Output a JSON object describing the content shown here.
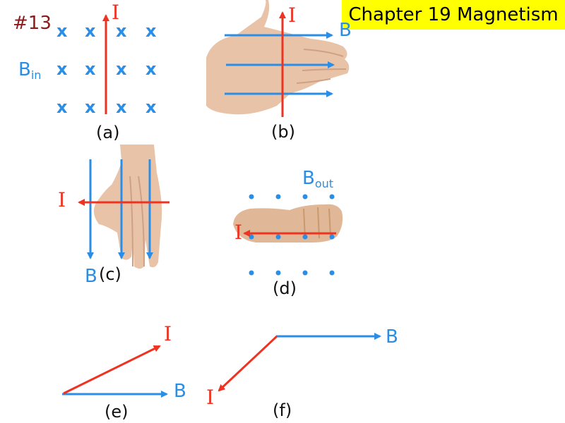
{
  "header": {
    "title": "Chapter 19 Magnetism",
    "problem_number": "#13"
  },
  "colors": {
    "current": "#ee3322",
    "field": "#2a8ee6",
    "title_bg": "#ffff00",
    "problem_number": "#8b1a1a",
    "skin": "#e9c3a8"
  },
  "symbols": {
    "current": "I",
    "field": "B",
    "field_into_page_base": "B",
    "field_into_page_sub": "in",
    "field_out_of_page_base": "B",
    "field_out_of_page_sub": "out",
    "into_page_mark": "x"
  },
  "panels": {
    "a": "(a)",
    "b": "(b)",
    "c": "(c)",
    "d": "(d)",
    "e": "(e)",
    "f": "(f)"
  }
}
